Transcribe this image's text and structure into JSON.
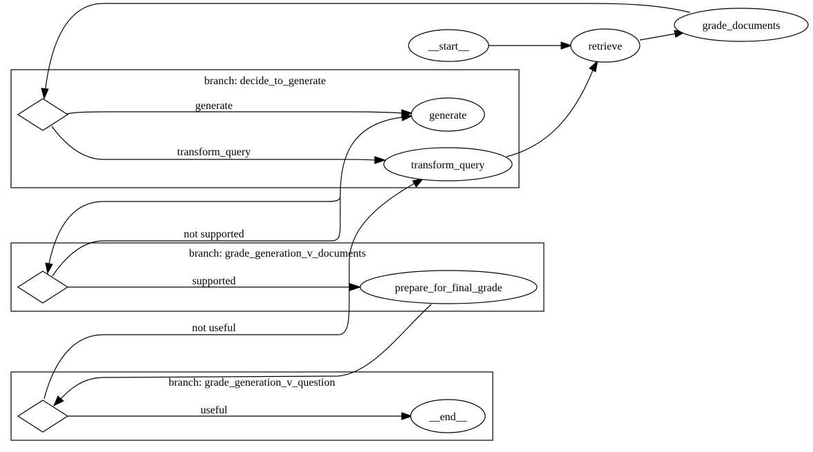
{
  "clusters": {
    "decide_to_generate": {
      "label": "branch: decide_to_generate"
    },
    "grade_generation_v_documents": {
      "label": "branch: grade_generation_v_documents"
    },
    "grade_generation_v_question": {
      "label": "branch: grade_generation_v_question"
    }
  },
  "nodes": {
    "start": {
      "label": "__start__"
    },
    "retrieve": {
      "label": "retrieve"
    },
    "grade_documents": {
      "label": "grade_documents"
    },
    "generate": {
      "label": "generate"
    },
    "transform_query": {
      "label": "transform_query"
    },
    "prepare_for_final_grade": {
      "label": "prepare_for_final_grade"
    },
    "end": {
      "label": "__end__"
    }
  },
  "edge_labels": {
    "generate": "generate",
    "transform_query": "transform_query",
    "not_supported": "not supported",
    "supported": "supported",
    "not_useful": "not useful",
    "useful": "useful"
  }
}
